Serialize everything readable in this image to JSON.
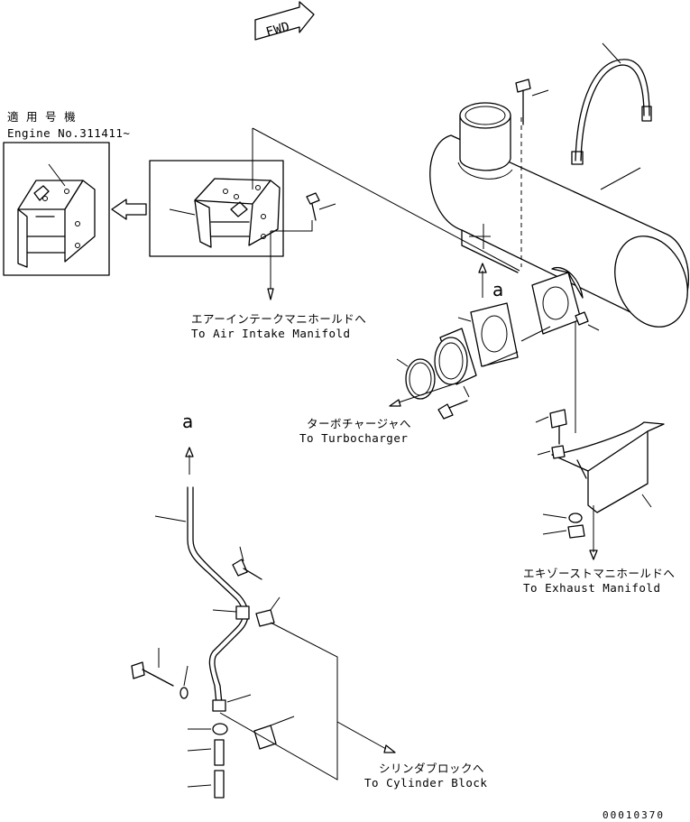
{
  "labels": {
    "fwd": "FWD",
    "applicable_jp": "適 用 号 機",
    "engine_no": "Engine No.311411~",
    "intake_jp": "エアーインテークマニホールドへ",
    "intake_en": "To Air Intake Manifold",
    "turbo_jp": "ターボチャージャへ",
    "turbo_en": "To Turbocharger",
    "exhaust_jp": "エキゾーストマニホールドへ",
    "exhaust_en": "To Exhaust Manifold",
    "cylinder_jp": "シリンダブロックへ",
    "cylinder_en": "To Cylinder Block",
    "ref_a_upper": "a",
    "ref_a_lower": "a",
    "drawing_no": "00010370"
  }
}
